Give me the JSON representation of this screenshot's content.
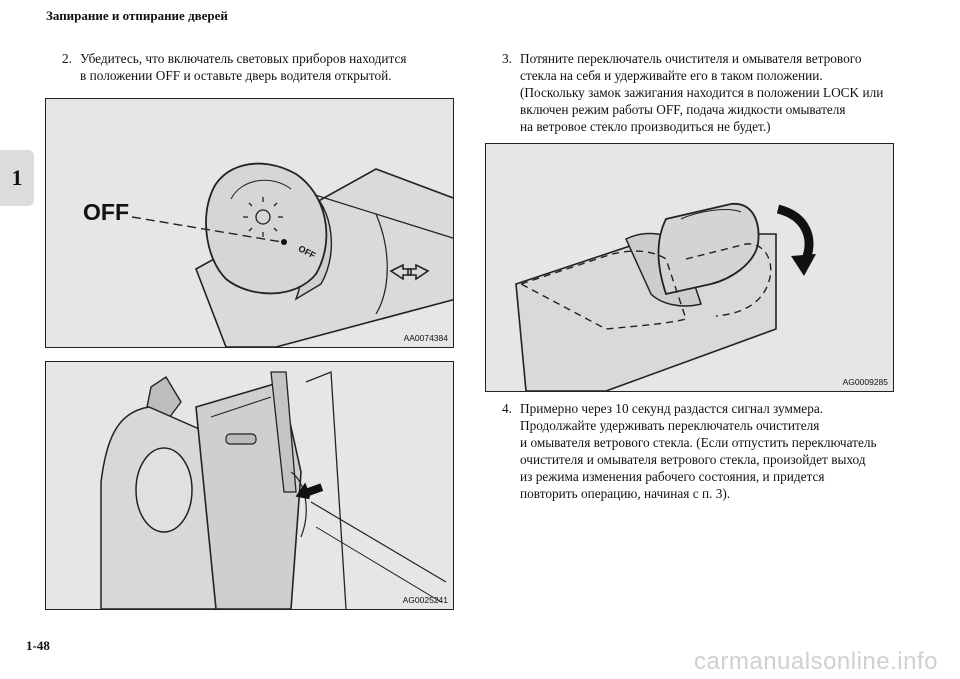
{
  "header": {
    "title": "Запирание и отпирание дверей"
  },
  "chapter_tab": "1",
  "page_number": "1-48",
  "watermark": "carmanualsonline.info",
  "steps": [
    {
      "number": "2.",
      "lines": [
        "Убедитесь, что включатель световых приборов находится",
        "в положении OFF и оставьте дверь водителя открытой."
      ]
    },
    {
      "number": "3.",
      "lines": [
        "Потяните переключатель очистителя и омывателя ветрового",
        "стекла на себя и удерживайте его в таком положении.",
        "(Поскольку замок зажигания находится в положении LOCK или",
        "включен режим работы OFF, подача жидкости омывателя",
        "на ветровое стекло производиться не будет.)"
      ]
    },
    {
      "number": "4.",
      "lines": [
        "Примерно через 10 секунд раздастся сигнал зуммера.",
        "Продолжайте удерживать переключатель очистителя",
        "и омывателя ветрового стекла. (Если отпустить переключатель",
        "очистителя и омывателя ветрового стекла, произойдет выход",
        "из режима изменения рабочего состояния, и придется",
        "повторить операцию, начиная с п. 3)."
      ]
    }
  ],
  "figures": {
    "light_switch": {
      "code": "AA0074384",
      "label_off_large": "OFF",
      "label_off_small": "OFF"
    },
    "door": {
      "code": "AG0025241"
    },
    "wiper_lever": {
      "code": "AG0009285"
    }
  }
}
